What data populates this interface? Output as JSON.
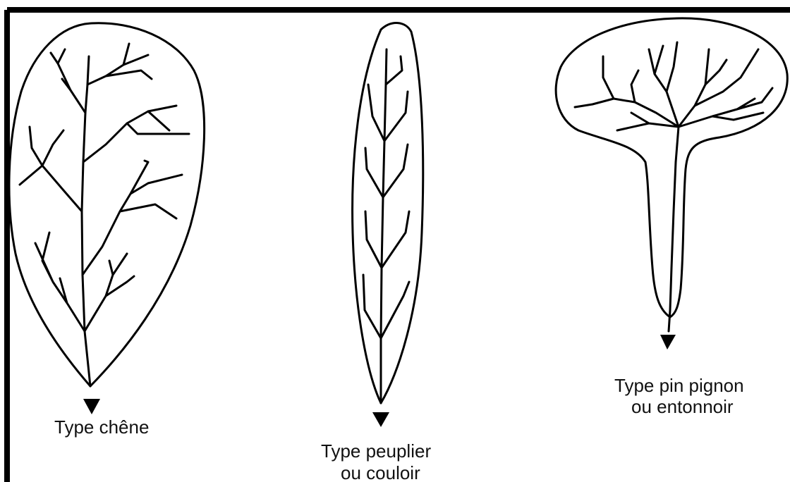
{
  "colors": {
    "ink": "#000000",
    "background": "#ffffff"
  },
  "basins": [
    {
      "key": "chene",
      "label_lines": [
        "Type chêne"
      ]
    },
    {
      "key": "peuplier",
      "label_lines": [
        "Type peuplier",
        "ou couloir"
      ]
    },
    {
      "key": "pin",
      "label_lines": [
        "Type pin pignon",
        "ou entonnoir"
      ]
    }
  ]
}
